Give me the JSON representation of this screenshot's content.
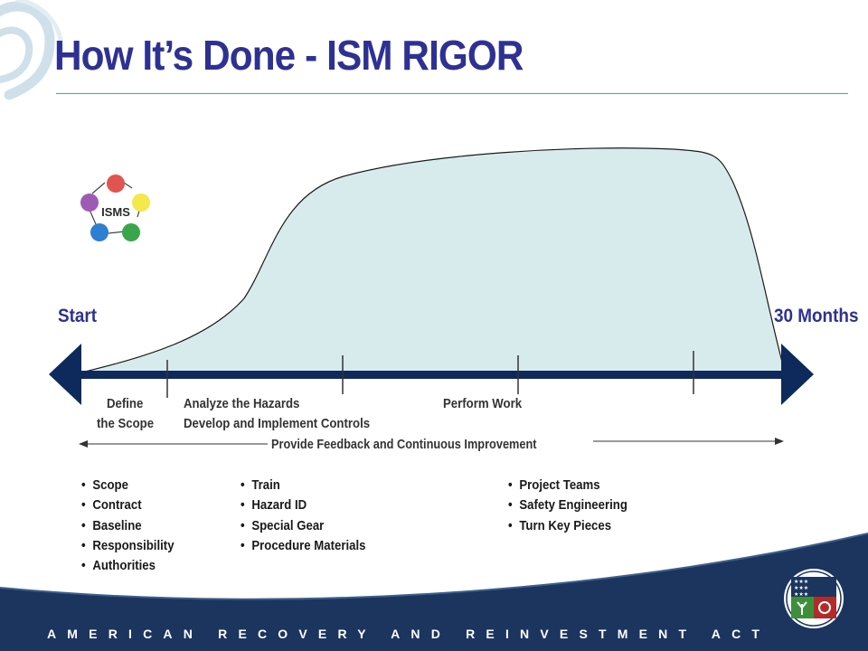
{
  "slide": {
    "title": "How It’s Done - ISM RIGOR",
    "logo_text": "ISMS",
    "timeline": {
      "start_label": "Start",
      "end_label": "30 Months",
      "phase1_line1": "Define",
      "phase1_line2": "the Scope",
      "phase2_line1": "Analyze the Hazards",
      "phase2_line2": "Develop and Implement Controls",
      "phase3": "Perform Work",
      "feedback": "Provide Feedback and Continuous Improvement"
    },
    "lists": {
      "col1": [
        "Scope",
        "Contract",
        "Baseline",
        "Responsibility",
        "Authorities"
      ],
      "col2": [
        "Train",
        "Hazard ID",
        "Special Gear",
        "Procedure Materials"
      ],
      "col3": [
        "Project Teams",
        "Safety Engineering",
        "Turn Key Pieces"
      ]
    },
    "footer": "AMERICAN RECOVERY AND REINVESTMENT ACT",
    "colors": {
      "title": "#2e3192",
      "navy": "#0e2a5c",
      "curve_fill": "#d8ebec",
      "footer_band": "#1b355f"
    }
  }
}
